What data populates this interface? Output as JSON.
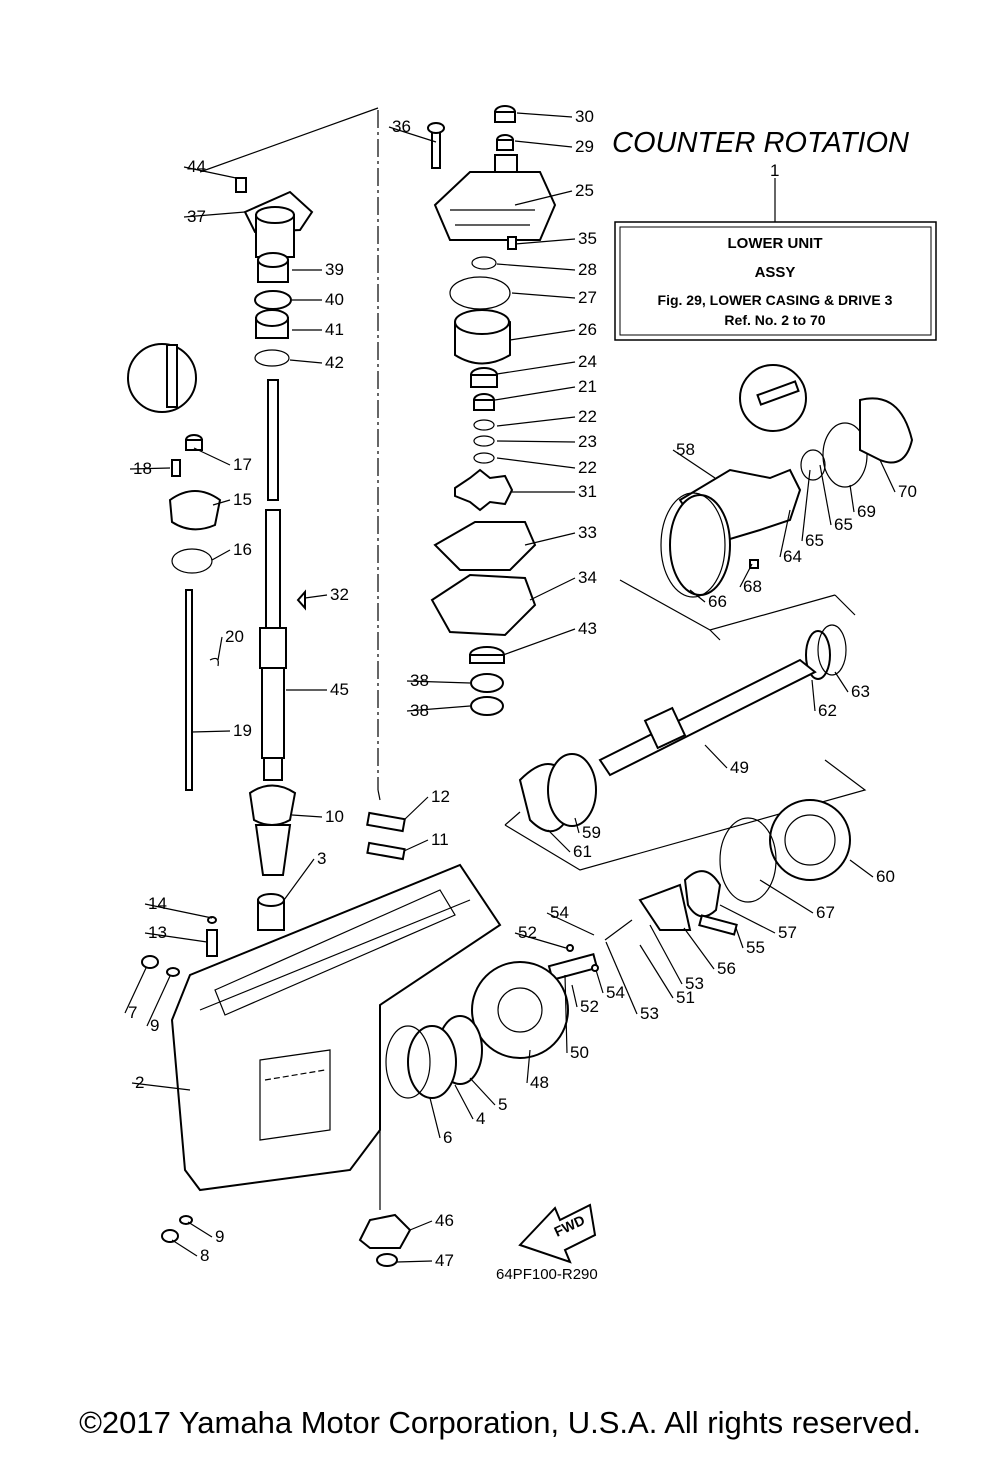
{
  "title": "COUNTER  ROTATION",
  "assembly_box": {
    "ref": "1",
    "line1": "LOWER UNIT",
    "line2": "ASSY",
    "line3": "Fig. 29, LOWER CASING & DRIVE 3",
    "line4": "Ref. No. 2 to 70"
  },
  "diagram_code": "64PF100-R290",
  "fwd_label": "FWD",
  "copyright": "©2017 Yamaha Motor Corporation, U.S.A. All rights reserved.",
  "callouts": [
    "30",
    "29",
    "36",
    "25",
    "35",
    "28",
    "27",
    "26",
    "24",
    "21",
    "22",
    "23",
    "22",
    "31",
    "33",
    "34",
    "43",
    "38",
    "38",
    "44",
    "37",
    "39",
    "40",
    "41",
    "42",
    "17",
    "18",
    "15",
    "16",
    "32",
    "20",
    "45",
    "19",
    "10",
    "12",
    "11",
    "3",
    "14",
    "13",
    "7",
    "9",
    "2",
    "9",
    "8",
    "6",
    "4",
    "5",
    "48",
    "50",
    "52",
    "54",
    "52",
    "54",
    "53",
    "51",
    "53",
    "56",
    "55",
    "57",
    "67",
    "60",
    "58",
    "64",
    "65",
    "65",
    "69",
    "70",
    "66",
    "68",
    "62",
    "63",
    "49",
    "59",
    "61",
    "46",
    "47"
  ]
}
